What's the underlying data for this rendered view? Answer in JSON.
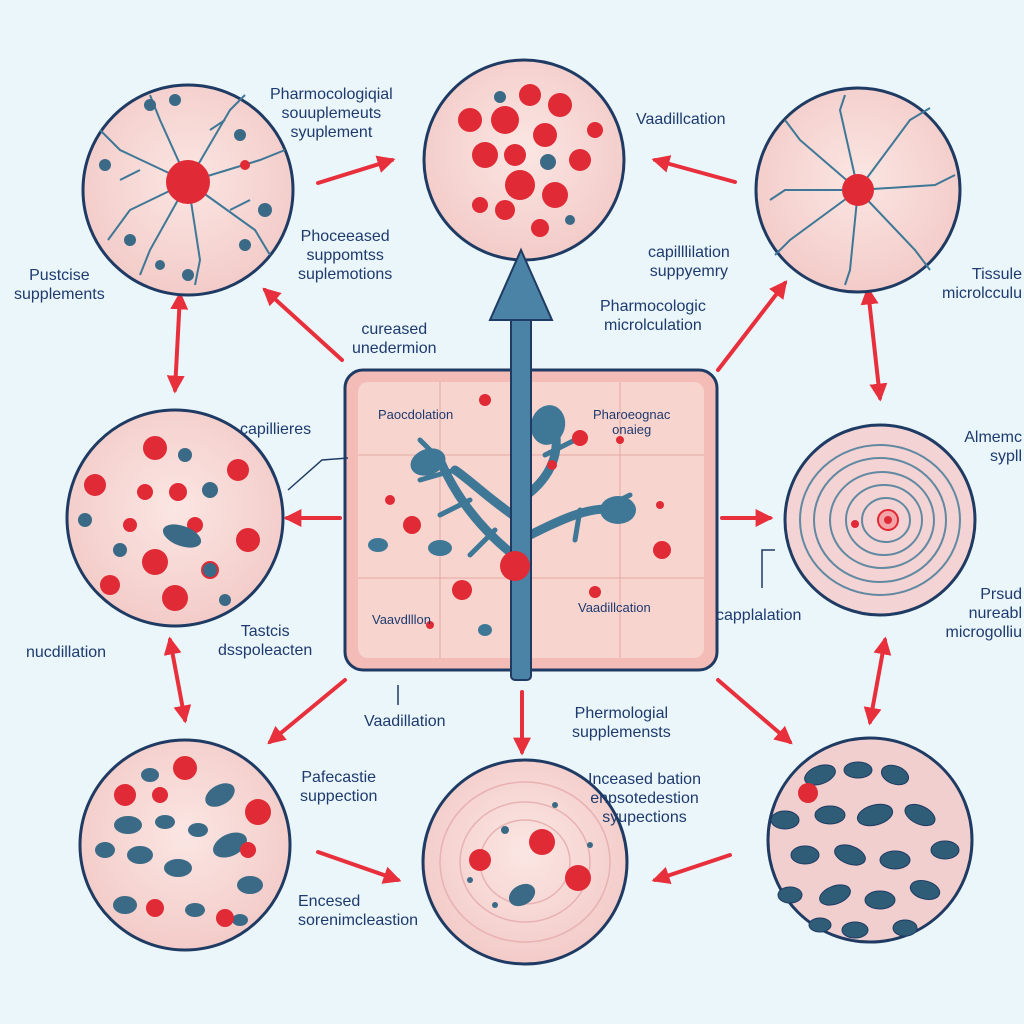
{
  "colors": {
    "background": "#eaf6fa",
    "tissue": "#f6d9d6",
    "tissue_edge": "#1f3b63",
    "red_cell": "#e02a35",
    "blue_cell": "#3b6a86",
    "vessel": "#3f7796",
    "arrow": "#e8303d",
    "text": "#1e3a6e"
  },
  "labels": {
    "top_left": [
      "Pharmocologiqial",
      "souuplemeuts",
      "syuplement"
    ],
    "center_top": [
      "Phoceeased",
      "suppomtss",
      "suplemotions"
    ],
    "left_top": [
      "Pustcise",
      "supplements"
    ],
    "top_right": "Vaadillcation",
    "right_mid": [
      "capilllilation",
      "suppyemry"
    ],
    "center_right": [
      "Pharmocologic",
      "microlculation"
    ],
    "far_right_top": [
      "Tissule",
      "microlcculu"
    ],
    "inner_top": [
      "cureased",
      "unedermion"
    ],
    "capillaries": "capillieres",
    "inner_left": "Paocdolation",
    "inner_right": [
      "Pharoeognac",
      "onaieg"
    ],
    "far_right_mid": [
      "Almemc",
      "sypll"
    ],
    "inner_bottom_left": "Vaavdlllon",
    "inner_bottom_right": "Vaadillcation",
    "cappilation": "capplalation",
    "far_right_low": [
      "Prsud",
      "nureabl",
      "microgolliu"
    ],
    "left_low": "nucdillation",
    "tissue_disp": [
      "Tastcis",
      "dsspoleacten"
    ],
    "vasodil": "Vaadillation",
    "bottom_center": [
      "Phermologial",
      "supplemensts"
    ],
    "bottom_left_label": [
      "Pafecastie",
      "suppection"
    ],
    "bottom_right_label": [
      "Inceased bation",
      "enpsotedestion",
      "syupections"
    ],
    "bottom_left_lower": [
      "Encesed",
      "sorenimcleastion"
    ]
  }
}
